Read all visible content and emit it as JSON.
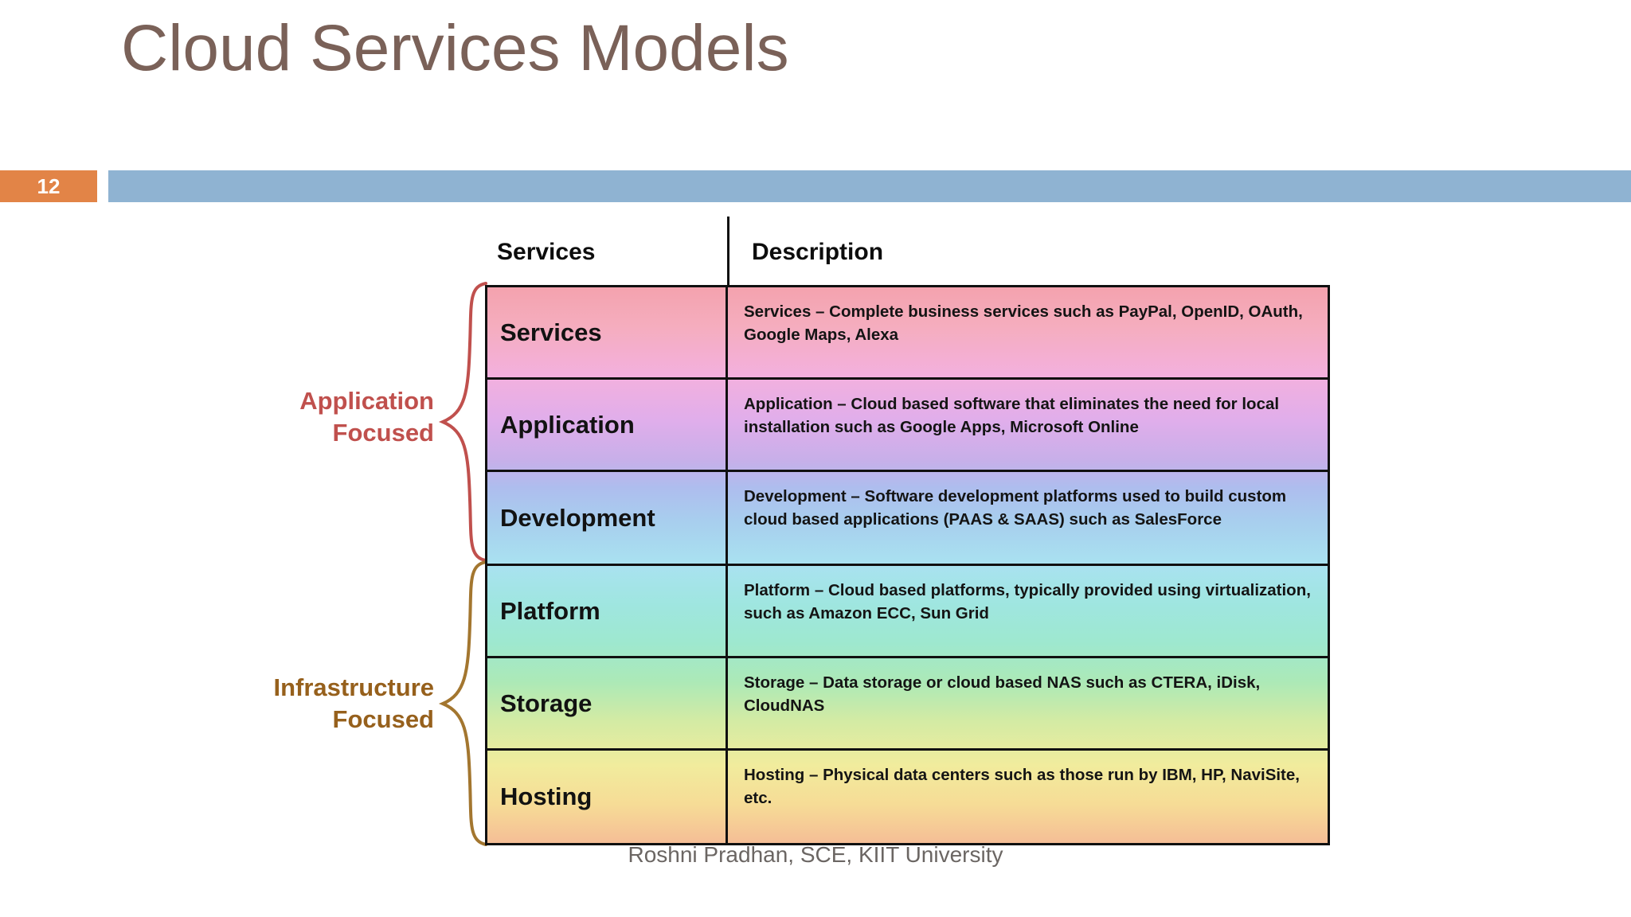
{
  "slide": {
    "title": "Cloud Services Models",
    "page_number": "12",
    "footer": "Roshni Pradhan, SCE, KIIT University"
  },
  "colors": {
    "title": "#7A6158",
    "page_badge": "#E28447",
    "banner_bar": "#8FB3D2",
    "application_group": "#C0504D",
    "infrastructure_group": "#96601C",
    "table_border": "#101010",
    "footer_text": "#6B6663"
  },
  "table": {
    "headers": {
      "services": "Services",
      "description": "Description"
    },
    "rows": [
      {
        "service": "Services",
        "description": "Services – Complete business services such as PayPal, OpenID, OAuth, Google Maps, Alexa"
      },
      {
        "service": "Application",
        "description": "Application – Cloud based software that eliminates the need for local installation such as Google Apps, Microsoft Online"
      },
      {
        "service": "Development",
        "description": "Development – Software development platforms used to build custom cloud based applications (PAAS & SAAS) such as SalesForce"
      },
      {
        "service": "Platform",
        "description": "Platform – Cloud based platforms, typically provided using virtualization, such as Amazon ECC, Sun Grid"
      },
      {
        "service": "Storage",
        "description": "Storage – Data storage or cloud based  NAS such as CTERA, iDisk, CloudNAS"
      },
      {
        "service": "Hosting",
        "description": "Hosting – Physical data centers such as those run by IBM, HP, NaviSite, etc."
      }
    ]
  },
  "groups": [
    {
      "label": "Application\nFocused",
      "covers": [
        "Services",
        "Application",
        "Development"
      ],
      "color": "#C0504D"
    },
    {
      "label": "Infrastructure\nFocused",
      "covers": [
        "Platform",
        "Storage",
        "Hosting"
      ],
      "color": "#96601C"
    }
  ]
}
